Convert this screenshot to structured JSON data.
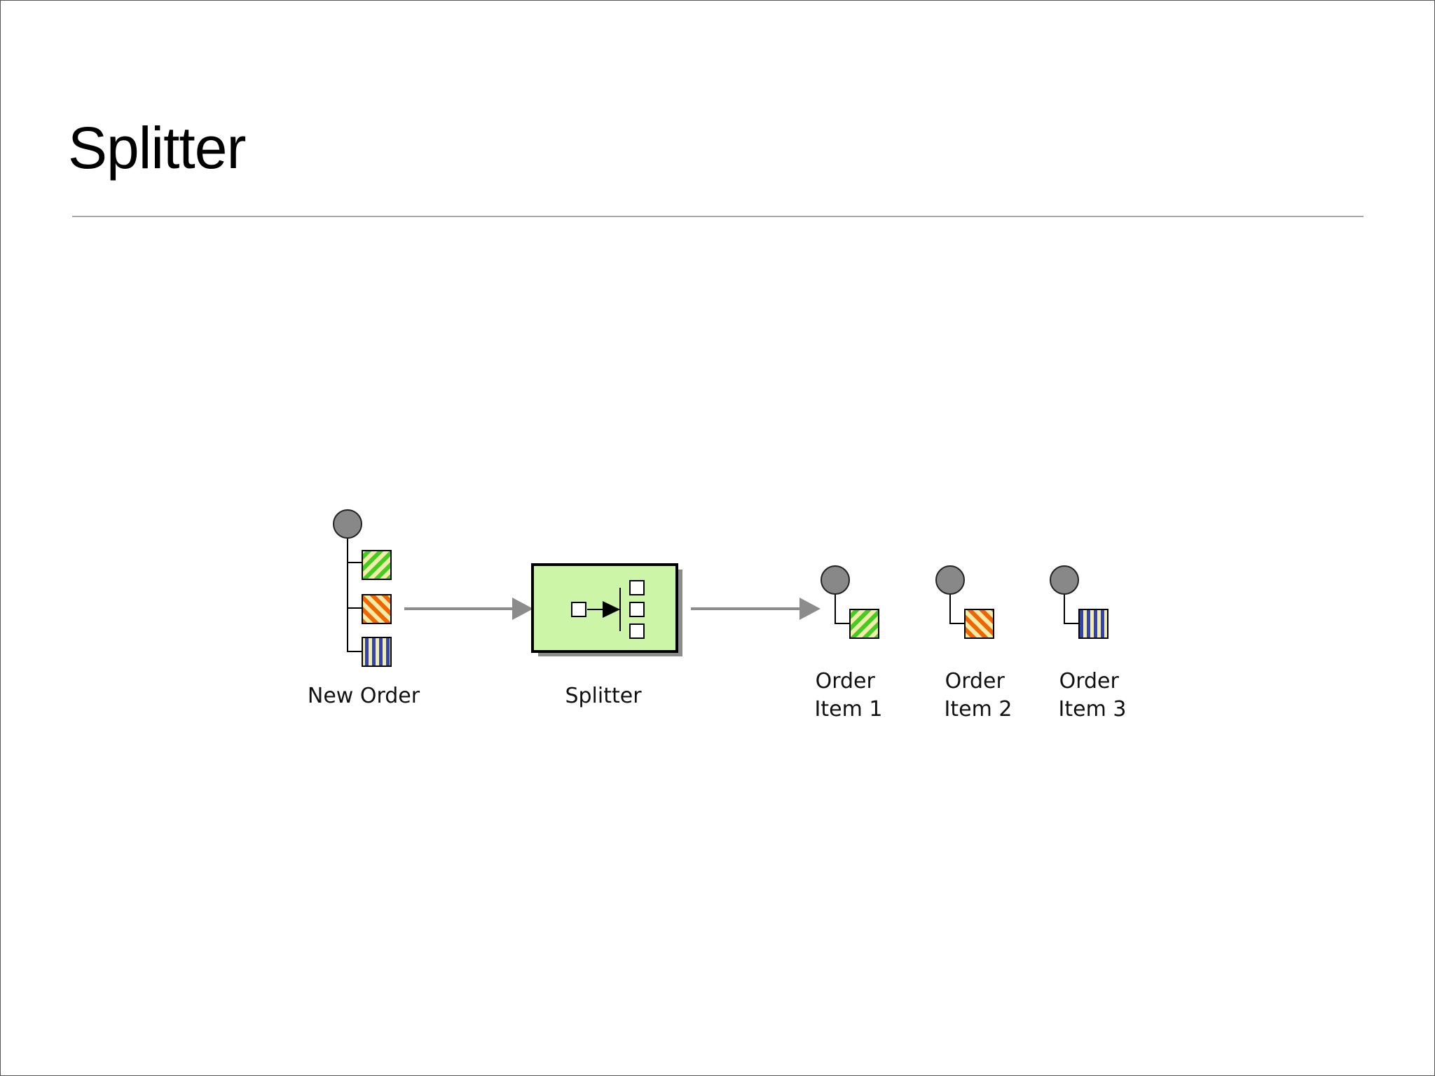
{
  "slide": {
    "title": "Splitter"
  },
  "diagram": {
    "new_order_label": "New Order",
    "splitter_label": "Splitter",
    "order_items": [
      {
        "line1": "Order",
        "line2": "Item 1"
      },
      {
        "line1": "Order",
        "line2": "Item 2"
      },
      {
        "line1": "Order",
        "line2": "Item 3"
      }
    ],
    "colors": {
      "green_part": "#44cc22",
      "orange_part": "#ee6600",
      "blue_part": "#3344aa",
      "stripe_light": "#f3ecaa",
      "splitter_fill": "#ccf5a8",
      "channel_arrow": "#8c8c8c",
      "message_head": "#888888"
    }
  }
}
